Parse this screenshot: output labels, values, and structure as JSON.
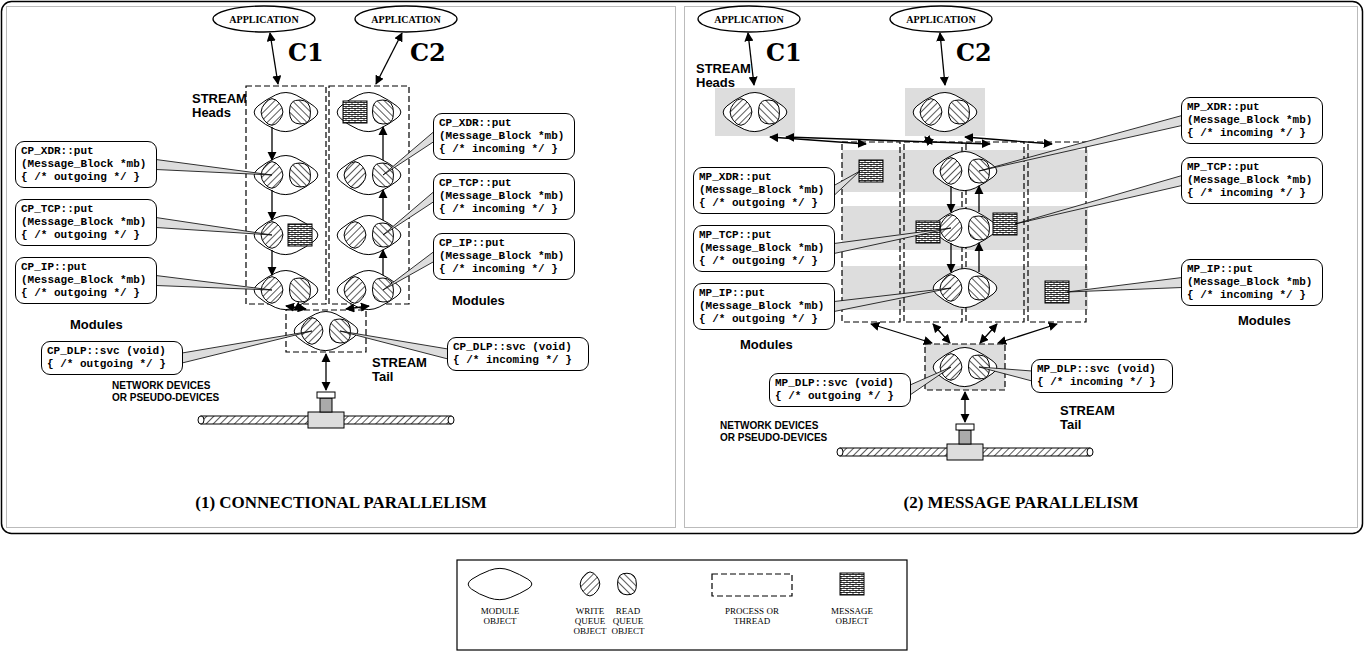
{
  "diagram": {
    "nodes": [
      {
        "text": [
          "(1) CONNECTIONAL PARALLELISM"
        ]
      },
      {
        "text": [
          "APPLICATION"
        ],
        "in": 0
      },
      {
        "text": [
          "APPLICATION"
        ],
        "in": 0
      },
      {
        "text": [
          "CP_XDR::put (Message_Block *mb) { /* outgoing */ }"
        ],
        "in": 0
      },
      {
        "text": [
          "CP_TCP::put (Message_Block *mb) { /* outgoing */ }"
        ],
        "in": 0
      },
      {
        "text": [
          "CP_IP::put (Message_Block *mb) { /* outgoing */ }"
        ],
        "in": 0
      },
      {
        "text": [
          "CP_DLP::svc (void) { /* outgoing */ }"
        ],
        "in": 0
      },
      {
        "text": [
          "CP_XDR::put (Message_Block *mb) { /* incoming */ }"
        ],
        "in": 0
      },
      {
        "text": [
          "CP_TCP::put (Message_Block *mb) { /* incoming */ }"
        ],
        "in": 0
      },
      {
        "text": [
          "CP_IP::put (Message_Block *mb) { /* incoming */ }"
        ],
        "in": 0
      },
      {
        "text": [
          "CP_DLP::svc (void) { /* incoming */ }"
        ],
        "in": 0
      },
      {
        "text": [
          "(2) MESSAGE PARALLELISM"
        ]
      },
      {
        "text": [
          "APPLICATION"
        ],
        "in": 11
      },
      {
        "text": [
          "APPLICATION"
        ],
        "in": 11
      },
      {
        "text": [
          "MP_XDR::put (Message_Block *mb) { /* outgoing */ }"
        ],
        "in": 11
      },
      {
        "text": [
          "MP_TCP::put (Message_Block *mb) { /* outgoing */ }"
        ],
        "in": 11
      },
      {
        "text": [
          "MP_IP::put (Message_Block *mb) { /* outgoing */ }"
        ],
        "in": 11
      },
      {
        "text": [
          "MP_DLP::svc (void) { /* outgoing */ }"
        ],
        "in": 11
      },
      {
        "text": [
          "MP_XDR::put (Message_Block *mb) { /* incoming */ }"
        ],
        "in": 11
      },
      {
        "text": [
          "MP_TCP::put (Message_Block *mb) { /* incoming */ }"
        ],
        "in": 11
      },
      {
        "text": [
          "MP_IP::put (Message_Block *mb) { /* incoming */ }"
        ],
        "in": 11
      },
      {
        "text": [
          "MP_DLP::svc (void) { /* incoming */ }"
        ],
        "in": 11
      }
    ],
    "labels": [
      "C1",
      "C2",
      "STREAM Heads",
      "Modules",
      "Modules",
      "STREAM Tail",
      "NETWORK DEVICES OR PSEUDO-DEVICES",
      "C1",
      "C2",
      "STREAM Heads",
      "Modules",
      "Modules",
      "STREAM Tail",
      "NETWORK DEVICES OR PSEUDO-DEVICES"
    ],
    "legend": [
      {
        "text": "MODULE OBJECT"
      },
      {
        "text": "WRITE QUEUE OBJECT"
      },
      {
        "text": "READ QUEUE OBJECT"
      },
      {
        "text": "PROCESS OR THREAD"
      },
      {
        "text": "MESSAGE OBJECT"
      }
    ]
  }
}
